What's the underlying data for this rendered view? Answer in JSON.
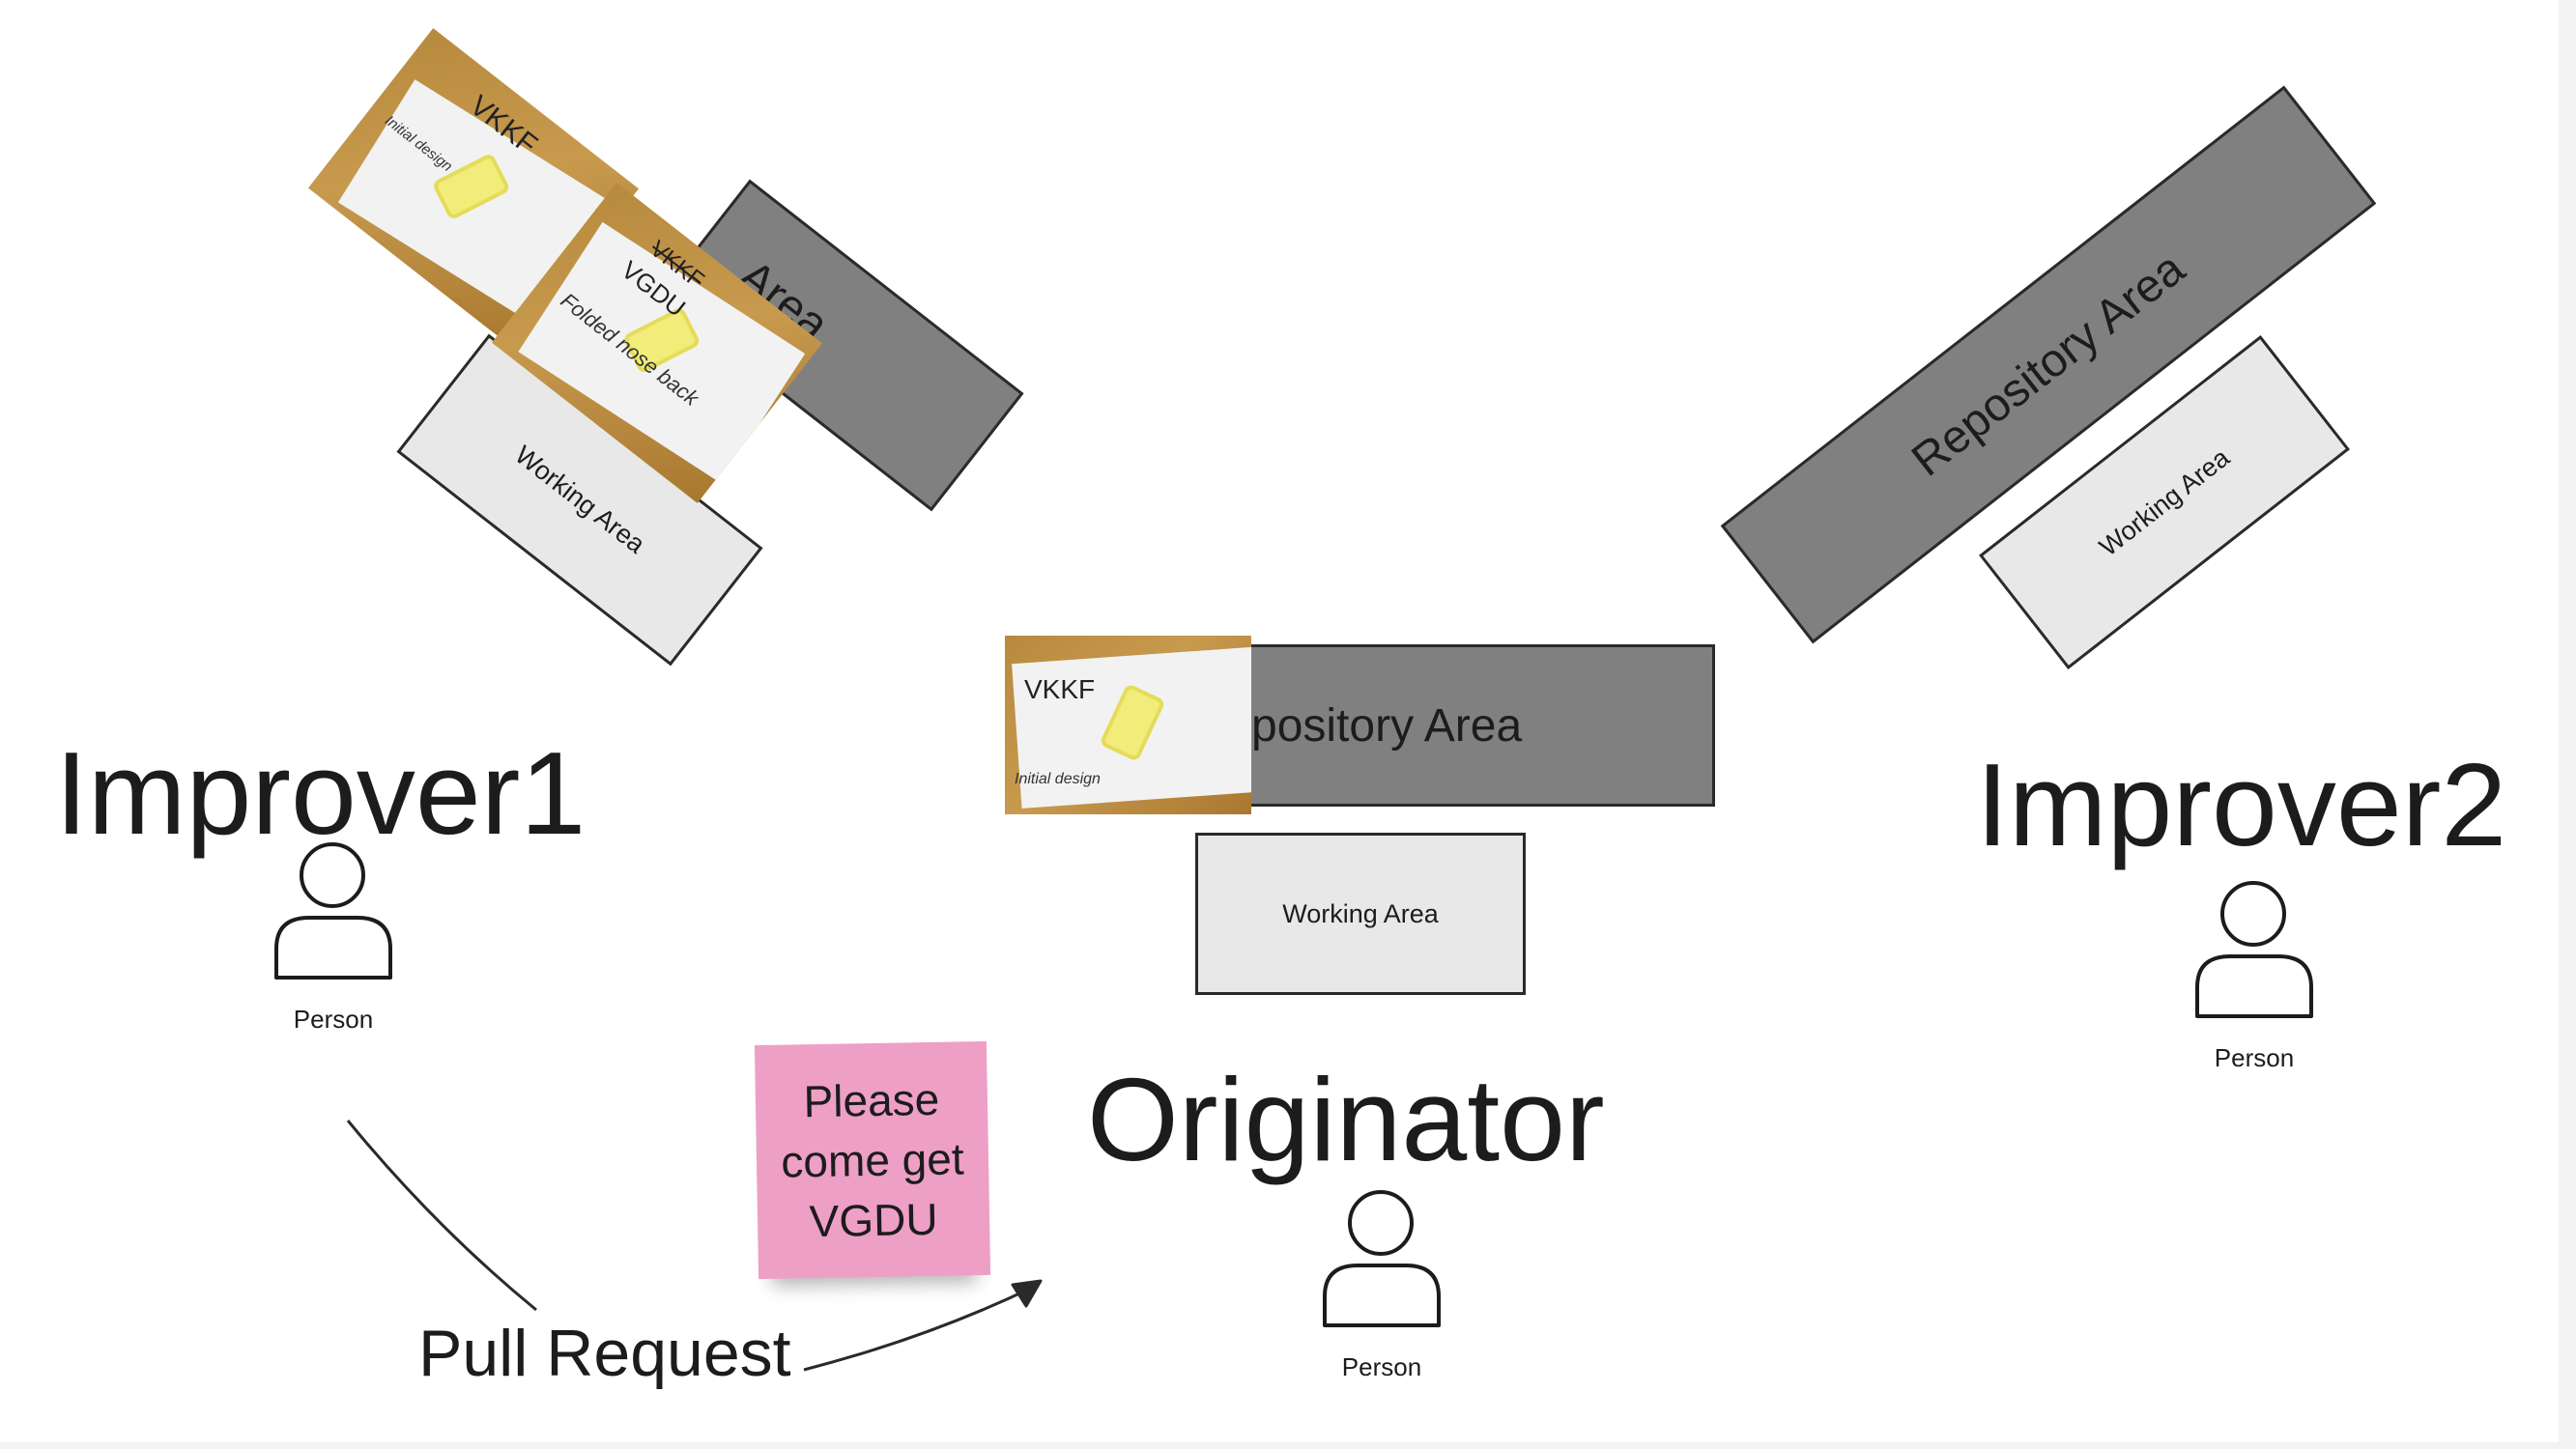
{
  "roles": {
    "improver1": "Improver1",
    "improver2": "Improver2",
    "originator": "Originator"
  },
  "person_label": "Person",
  "areas": {
    "repository": "Repository Area",
    "improver1_repository_visible": "Area",
    "originator_repository_visible": "pository Area",
    "working": "Working Area"
  },
  "photos": {
    "improver1_top": {
      "code": "VKKF",
      "caption": "Initial design"
    },
    "improver1_second": {
      "code_struck": "VKKF",
      "code": "VGDU",
      "caption": "Folded nose back"
    },
    "originator": {
      "code": "VKKF",
      "caption": "Initial design"
    }
  },
  "sticky_note": "Please come get VGDU",
  "arrow_label": "Pull Request",
  "colors": {
    "repository_fill": "#808080",
    "working_fill": "#e8e8e8",
    "sticky_fill": "#ee9fc6",
    "outline": "#2a2a2a"
  },
  "icons": [
    "person-icon",
    "arrow-icon"
  ]
}
